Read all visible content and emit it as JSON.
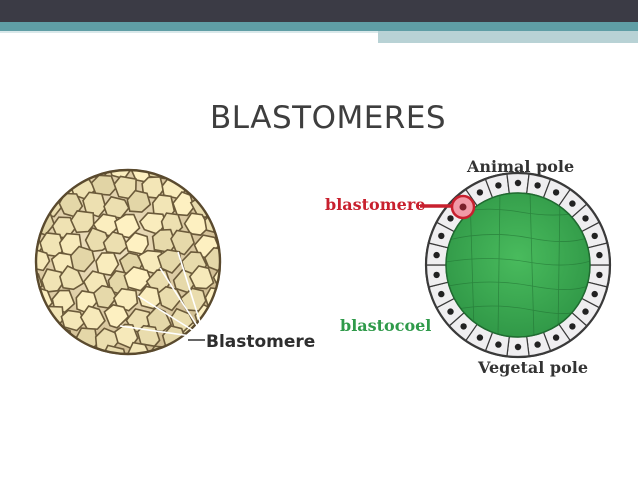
{
  "slide": {
    "title": "BLASTOMERES"
  },
  "left_figure": {
    "label": "Blastomere"
  },
  "right_figure": {
    "label_top": "Animal pole",
    "label_bottom": "Vegetal pole",
    "label_cell": "blastomere",
    "label_cavity": "blastocoel",
    "colors": {
      "cell_label": "#c8202e",
      "cavity_label": "#2f9a4a",
      "cavity_fill": "#3fae55",
      "cell_fill": "#efeef0"
    }
  },
  "theme": {
    "dark_bar": "#3b3b45",
    "teal_stripe": "#5f9ea5",
    "light_stripe": "#b8d2d5",
    "cluster_fill": "#e6d6b0",
    "cluster_stroke": "#6b5a3a"
  }
}
